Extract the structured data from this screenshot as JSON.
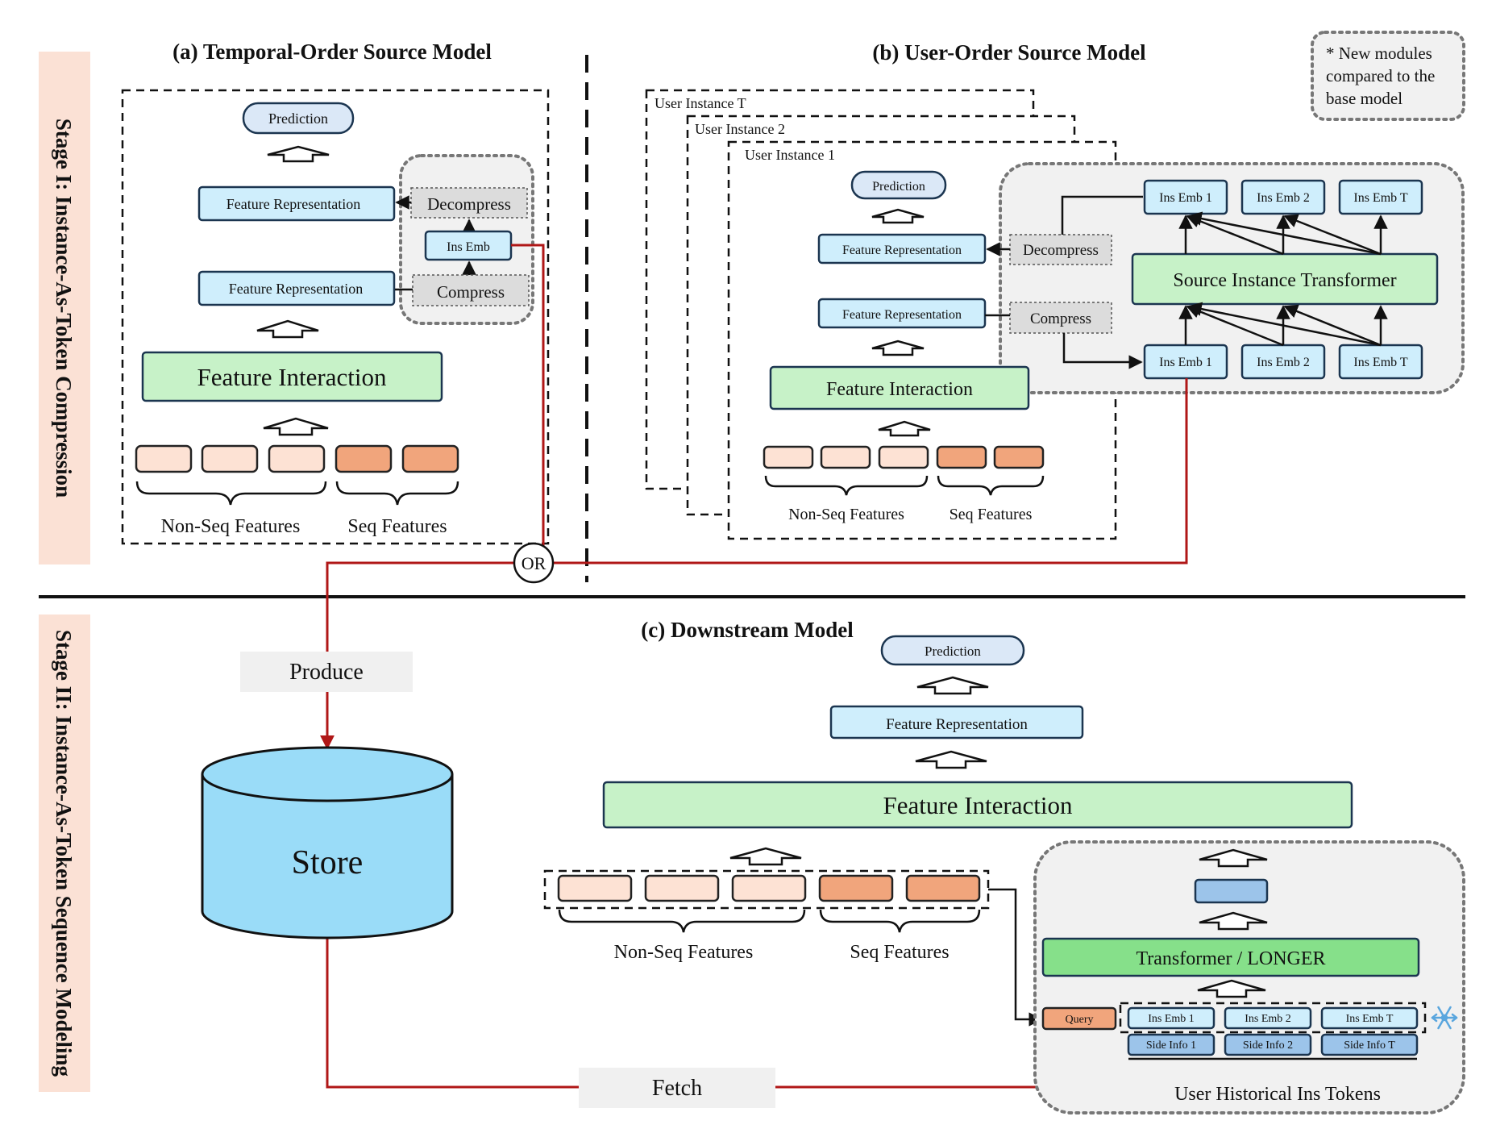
{
  "stages": {
    "stage1": "Stage I: Instance-As-Token Compression",
    "stage2": "Stage II: Instance-As-Token Sequence Modeling"
  },
  "panel_a": {
    "title": "(a) Temporal-Order Source Model",
    "prediction": "Prediction",
    "feature_rep_top": "Feature Representation",
    "feature_rep_bottom": "Feature Representation",
    "decompress": "Decompress",
    "ins_emb": "Ins Emb",
    "compress": "Compress",
    "feature_interaction": "Feature Interaction",
    "non_seq": "Non-Seq Features",
    "seq": "Seq Features"
  },
  "panel_b": {
    "title": "(b) User-Order Source Model",
    "instance_t": "User Instance T",
    "instance_2": "User Instance 2",
    "instance_1": "User Instance 1",
    "prediction": "Prediction",
    "feature_rep_top": "Feature Representation",
    "feature_rep_bottom": "Feature Representation",
    "decompress": "Decompress",
    "compress": "Compress",
    "feature_interaction": "Feature Interaction",
    "non_seq": "Non-Seq Features",
    "seq": "Seq Features",
    "transformer": "Source Instance Transformer",
    "top_embs": [
      "Ins Emb 1",
      "Ins Emb 2",
      "Ins Emb T"
    ],
    "bottom_embs": [
      "Ins Emb 1",
      "Ins Emb 2",
      "Ins Emb T"
    ]
  },
  "note": [
    "* New modules",
    "compared to the",
    "base model"
  ],
  "or_label": "OR",
  "produce": "Produce",
  "store": "Store",
  "fetch": "Fetch",
  "panel_c": {
    "title": "(c) Downstream Model",
    "prediction": "Prediction",
    "feature_rep": "Feature Representation",
    "feature_interaction": "Feature Interaction",
    "non_seq": "Non-Seq Features",
    "seq": "Seq Features",
    "transformer": "Transformer / LONGER",
    "query": "Query",
    "embs": [
      "Ins Emb 1",
      "Ins Emb 2",
      "Ins Emb T"
    ],
    "side_infos": [
      "Side Info 1",
      "Side Info 2",
      "Side Info T"
    ],
    "historical": "User Historical Ins Tokens"
  },
  "icons": {
    "frozen": "snowflake-icon"
  },
  "colors": {
    "arrow_red": "#b01717",
    "blue_box": "#cfeefc",
    "green_box": "#c7f2c8",
    "seq_feature": "#f1a57c",
    "nonseq_feature": "#fde2d4",
    "store": "#9adcf8"
  }
}
